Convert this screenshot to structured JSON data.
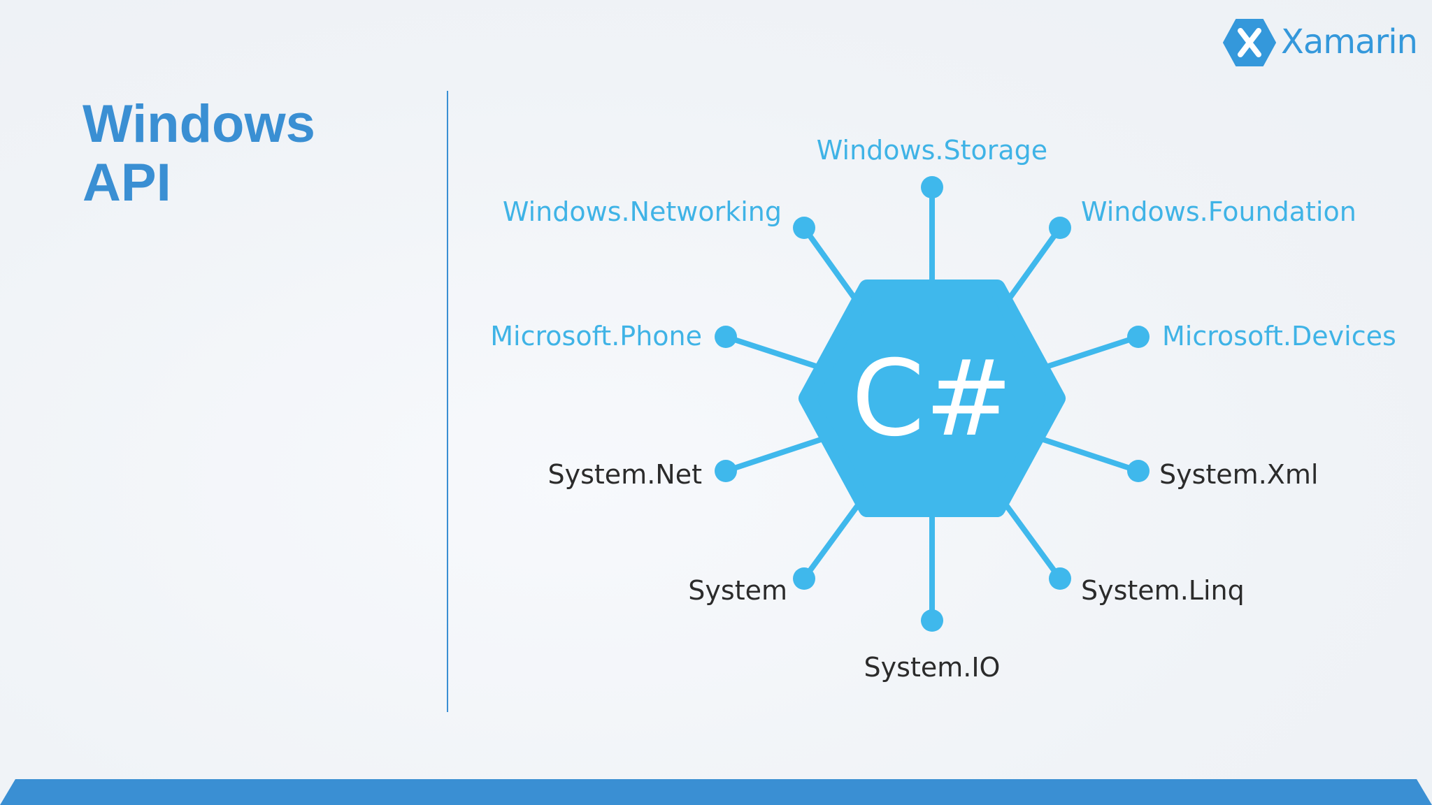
{
  "slide": {
    "title_line1": "Windows",
    "title_line2": "API",
    "brand": {
      "name": "Xamarin",
      "icon": "xamarin-hex-x-icon",
      "color": "#3498db"
    },
    "accent_color": "#3a8fd3"
  },
  "diagram": {
    "center": {
      "label": "C#",
      "color": "#3fb8ec"
    },
    "nodes": {
      "windows_storage": "Windows.Storage",
      "windows_networking": "Windows.Networking",
      "windows_foundation": "Windows.Foundation",
      "microsoft_phone": "Microsoft.Phone",
      "microsoft_devices": "Microsoft.Devices",
      "system_net": "System.Net",
      "system_xml": "System.Xml",
      "system": "System",
      "system_linq": "System.Linq",
      "system_io": "System.IO"
    }
  }
}
